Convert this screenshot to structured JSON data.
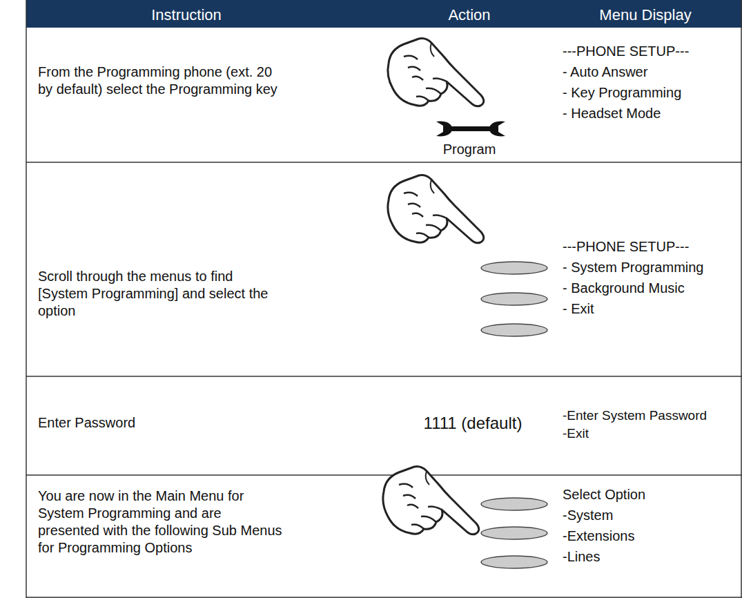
{
  "diagram": {
    "labels": [
      "Instruction",
      "Action",
      "Menu Display",
      "From the Programming phone (ext. 20 by default) select the Programming key",
      "Program",
      "---PHONE SETUP---",
      "- Auto Answer",
      "- Key Programming",
      "- Headset Mode",
      "Scroll through the menus to find [System Programming] and select the option",
      "---PHONE SETUP---",
      "- System Programming",
      "- Background Music",
      "- Exit",
      "Enter Password",
      "1111 (default)",
      "-Enter System Password",
      "-Exit",
      "You are now in the Main Menu for System Programming and are presented with the following Sub Menus for Programming Options",
      "Select Option",
      "-System",
      "-Extensions",
      "-Lines"
    ]
  }
}
